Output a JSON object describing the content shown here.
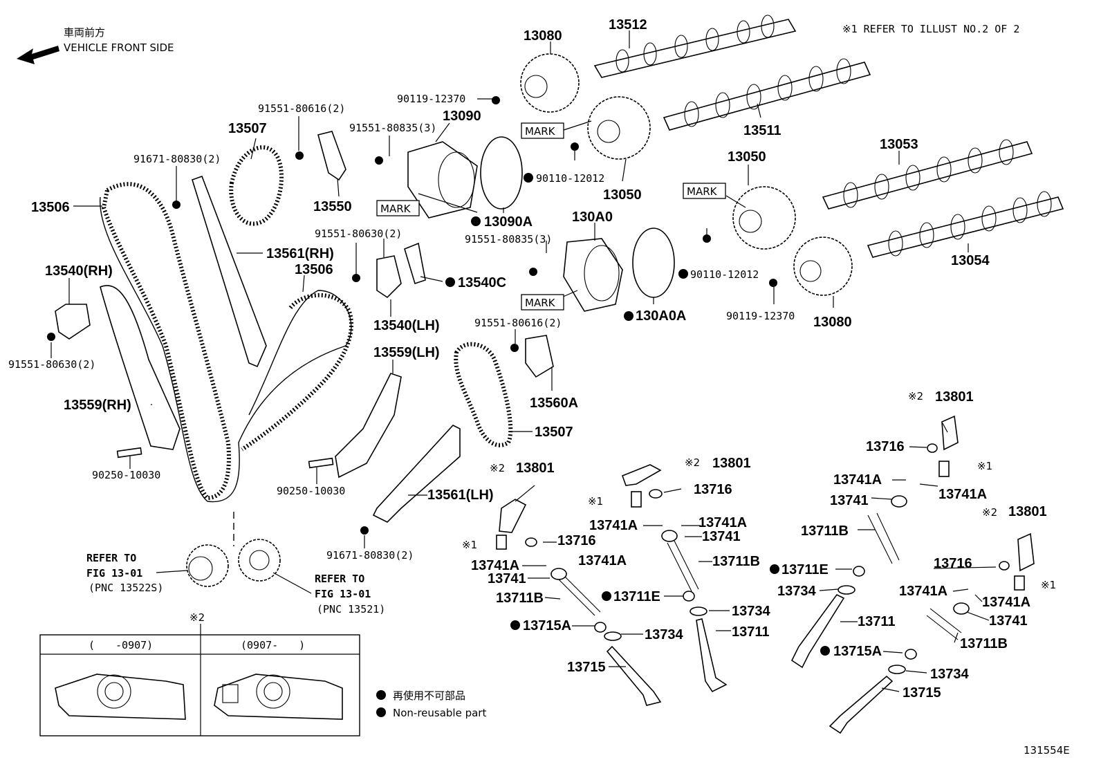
{
  "header": {
    "direction_jp": "車両前方",
    "direction_en": "VEHICLE FRONT SIDE",
    "refer_note": "※1 REFER TO ILLUST NO.2 OF 2"
  },
  "labels": {
    "l13080_top": "13080",
    "l13512": "13512",
    "l90119_top": "90119-12370",
    "l13090": "13090",
    "l91551_80616_top": "91551-80616(2)",
    "l91551_80835_top": "91551-80835(3)",
    "l13507_top": "13507",
    "l91671_top": "91671-80830(2)",
    "l13550": "13550",
    "l13506_left": "13506",
    "mark_1": "MARK",
    "mark_2": "MARK",
    "mark_3": "MARK",
    "mark_4": "MARK",
    "l90110_top": "90110-12012",
    "l13050_mid": "13050",
    "l13511": "13511",
    "l13053": "13053",
    "l13050_right": "13050",
    "l13090A": "13090A",
    "l130A0": "130A0",
    "l91551_80630_mid": "91551-80630(2)",
    "l91551_80835_mid": "91551-80835(3)",
    "l13561RH": "13561(RH)",
    "l13506_mid": "13506",
    "l13540RH": "13540(RH)",
    "l13540C": "13540C",
    "l90110_mid": "90110-12012",
    "l90119_mid": "90119-12370",
    "l13080_right": "13080",
    "l13054": "13054",
    "l130A0A": "130A0A",
    "l13540LH": "13540(LH)",
    "l91551_80630_left": "91551-80630(2)",
    "l91551_80616_mid": "91551-80616(2)",
    "l13559LH": "13559(LH)",
    "l13559RH": "13559(RH)",
    "l13560A": "13560A",
    "l13507_mid": "13507",
    "l13801_right_top": "13801",
    "l13716_right_top": "13716",
    "l13741A_r1": "13741A",
    "l13741A_r2": "13741A",
    "l13741_r": "13741",
    "l13801_mid": "13801",
    "l13716_mid": "13716",
    "l90250_left": "90250-10030",
    "l90250_mid": "90250-10030",
    "l13561LH": "13561(LH)",
    "l13801_left": "13801",
    "l13741A_m1": "13741A",
    "l13741A_m2": "13741A",
    "l13741_m": "13741",
    "l13711B_r": "13711B",
    "l13801_right2": "13801",
    "l91671_bottom": "91671-80830(2)",
    "l13716_left": "13716",
    "l13741A_l1": "13741A",
    "l13741A_l2": "13741A",
    "l13741_l": "13741",
    "l13711B_m": "13711B",
    "l13711E_r": "13711E",
    "l13716_right2": "13716",
    "l13734_r": "13734",
    "l13741A_rr1": "13741A",
    "l13741A_rr2": "13741A",
    "l13741_rr": "13741",
    "l13711B_l": "13711B",
    "l13711E_m": "13711E",
    "l13734_m": "13734",
    "l13711_r": "13711",
    "l13715A_r": "13715A",
    "l13711B_rr": "13711B",
    "l13711_m": "13711",
    "l13715A_l": "13715A",
    "l13734_l": "13734",
    "l13734_rr": "13734",
    "l13715_l": "13715",
    "l13715_r": "13715",
    "refer_left_1": "REFER TO",
    "refer_left_2": "FIG 13-01",
    "refer_left_3": "(PNC 13522S)",
    "refer_right_1": "REFER TO",
    "refer_right_2": "FIG 13-01",
    "refer_right_3": "(PNC 13521)",
    "note2_mark": "※2",
    "x1": "※1",
    "x2": "※2"
  },
  "inset": {
    "col1_header": "(　　-0907)",
    "col2_header": "(0907-　　)"
  },
  "legend": {
    "jp": "再使用不可部品",
    "en": "Non-reusable part"
  },
  "footer": {
    "code": "131554E"
  }
}
